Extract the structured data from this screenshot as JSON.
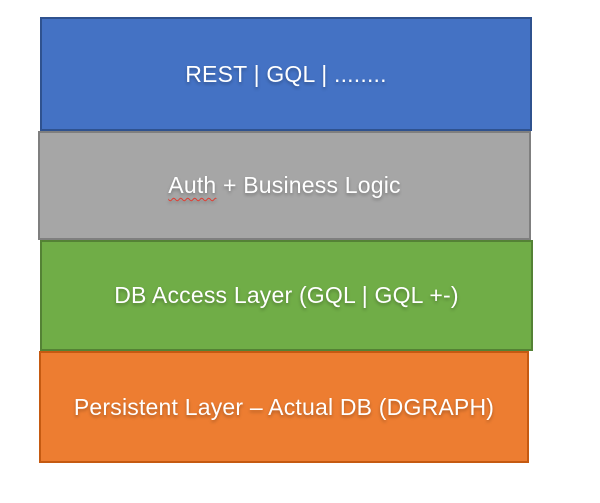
{
  "page": {
    "background": "#FFFFFF"
  },
  "diagram": {
    "type": "layered-architecture-stack",
    "text_color": "#FFFFFF",
    "layers": [
      {
        "name": "api-layer",
        "label": "REST | GQL | ........",
        "fill": "#4472C4",
        "border_color": "#2F528F"
      },
      {
        "name": "auth-business-logic-layer",
        "label_flagged_word": "Auth",
        "label_rest": " + Business Logic",
        "spellcheck_underline_color": "#E03C31",
        "fill": "#A6A6A6",
        "border_color": "#7F7F7F"
      },
      {
        "name": "db-access-layer",
        "label": "DB Access Layer (GQL | GQL +-)",
        "fill": "#70AD47",
        "border_color": "#548235"
      },
      {
        "name": "persistent-layer",
        "label": "Persistent Layer – Actual DB (DGRAPH)",
        "fill": "#ED7D31",
        "border_color": "#C55A11"
      }
    ]
  }
}
